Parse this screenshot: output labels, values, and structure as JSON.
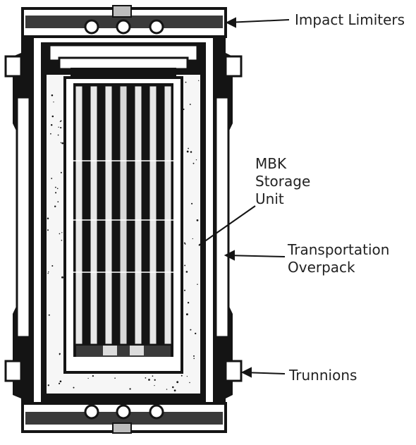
{
  "labels": {
    "impact_limiters": "Impact Limiters",
    "mbk_line1": "MBK",
    "mbk_line2": "Storage",
    "mbk_line3": "Unit",
    "transport_line1": "Transportation",
    "transport_line2": "Overpack",
    "trunnions": "Trunnions"
  },
  "colors": {
    "ink": "#141414",
    "paper": "#ffffff",
    "shield_fill": "#f4f4f4"
  },
  "fuel_rods": 7
}
